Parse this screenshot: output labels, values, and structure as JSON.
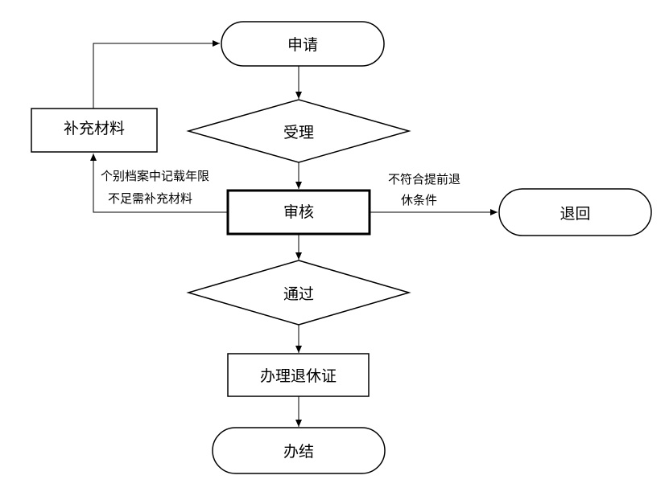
{
  "nodes": {
    "apply": "申请",
    "accept": "受理",
    "review": "审核",
    "pass": "通过",
    "certificate": "办理退休证",
    "complete": "办结",
    "supplement": "补充材料",
    "return": "退回"
  },
  "edge_labels": {
    "supplement_line1": "个别档案中记载年限",
    "supplement_line2": "不足需补充材料",
    "return_line1": "不符合提前退",
    "return_line2": "休条件"
  }
}
